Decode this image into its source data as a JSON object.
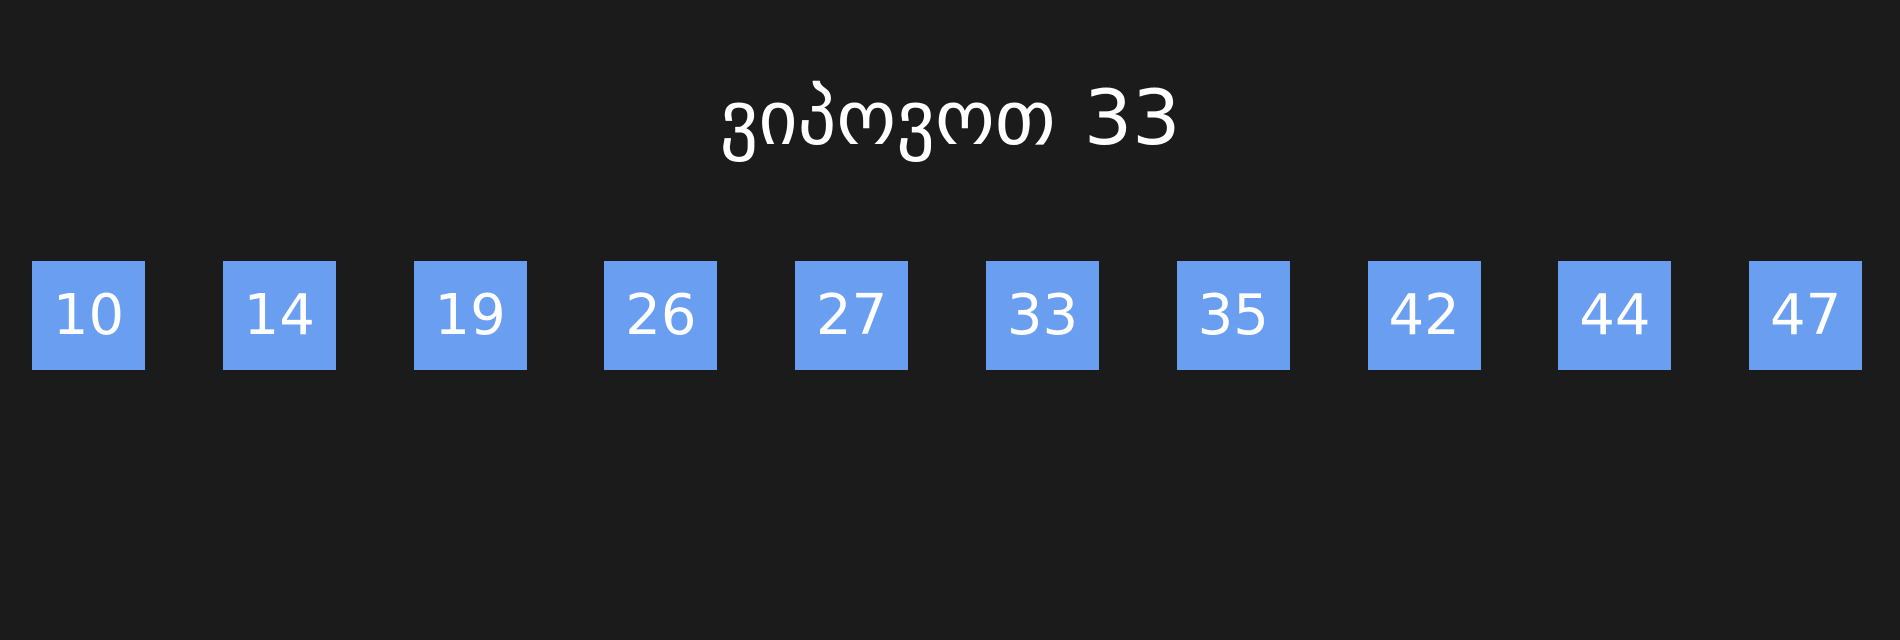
{
  "heading": {
    "prefix": "ვიპოვოთ",
    "target": "33"
  },
  "array": {
    "values": [
      "10",
      "14",
      "19",
      "26",
      "27",
      "33",
      "35",
      "42",
      "44",
      "47"
    ]
  },
  "colors": {
    "background": "#1b1b1b",
    "cell": "#6a9ef0",
    "text": "#ffffff"
  }
}
